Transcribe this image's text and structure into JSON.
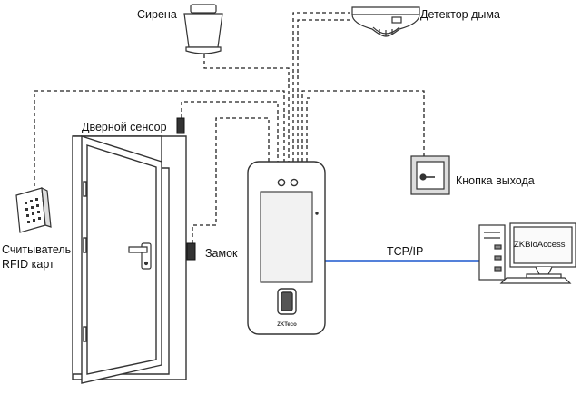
{
  "labels": {
    "siren": "Сирена",
    "smoke_detector": "Детектор дыма",
    "door_sensor": "Дверной сенсор",
    "lock": "Замок",
    "exit_button": "Кнопка выхода",
    "rfid_reader_line1": "Считыватель",
    "rfid_reader_line2": "RFID карт",
    "tcp_ip": "TCP/IP",
    "software": "ZKBioAccess",
    "device_brand": "ZKTeco"
  },
  "colors": {
    "wire": "#222222",
    "network_link": "#3b6fd4",
    "outline": "#333333"
  }
}
